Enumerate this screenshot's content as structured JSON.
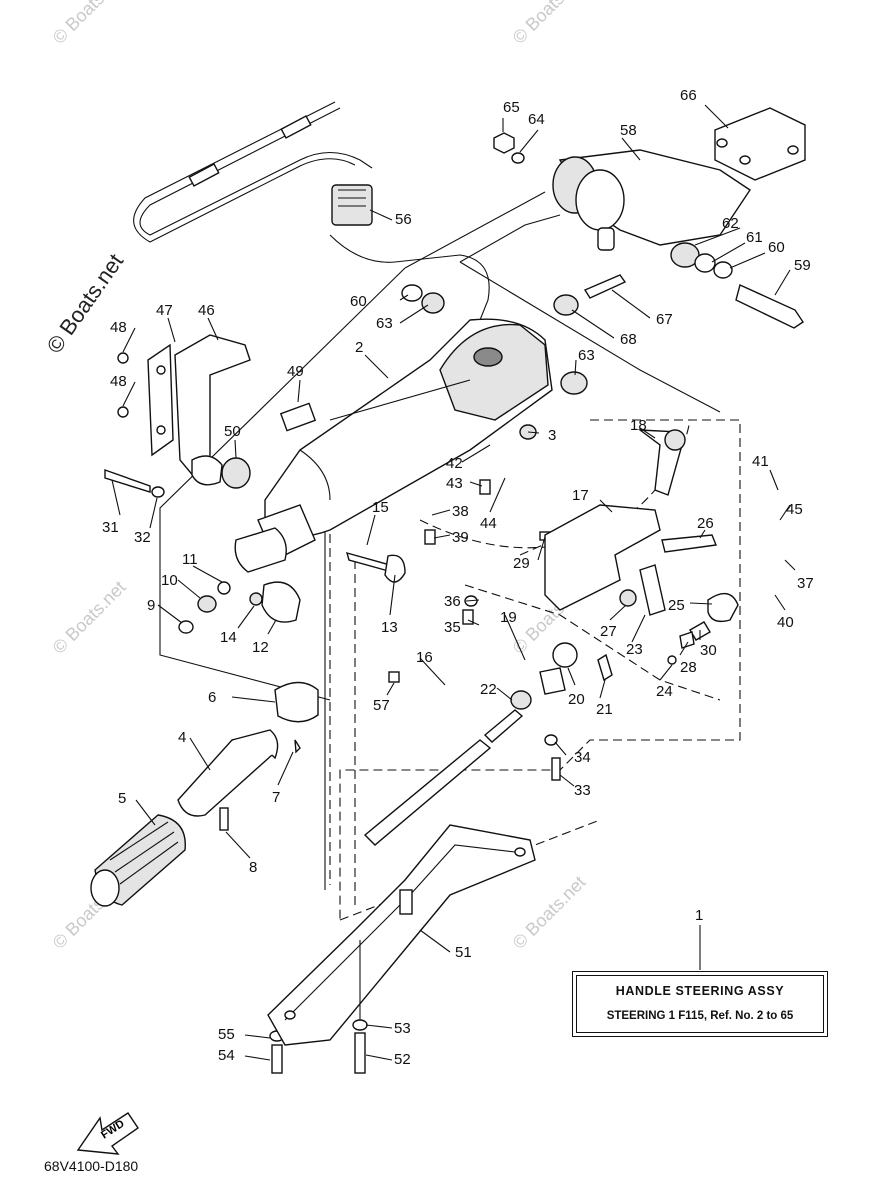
{
  "diagram": {
    "code": "68V4100-D180",
    "title": "HANDLE STEERING ASSY",
    "subtitle": "STEERING 1 F115,  Ref. No. 2 to 65",
    "fwd_label": "FWD",
    "watermark": "© Boats.net"
  },
  "callouts": [
    "1",
    "2",
    "3",
    "4",
    "5",
    "6",
    "7",
    "8",
    "9",
    "10",
    "11",
    "12",
    "13",
    "14",
    "15",
    "16",
    "17",
    "18",
    "19",
    "20",
    "21",
    "22",
    "23",
    "24",
    "25",
    "26",
    "27",
    "28",
    "29",
    "30",
    "31",
    "32",
    "33",
    "34",
    "35",
    "36",
    "37",
    "38",
    "39",
    "40",
    "41",
    "42",
    "43",
    "44",
    "45",
    "46",
    "47",
    "48",
    "48",
    "49",
    "50",
    "51",
    "52",
    "53",
    "54",
    "55",
    "56",
    "57",
    "58",
    "59",
    "60",
    "60",
    "61",
    "62",
    "63",
    "63",
    "64",
    "65",
    "66",
    "67",
    "68"
  ]
}
